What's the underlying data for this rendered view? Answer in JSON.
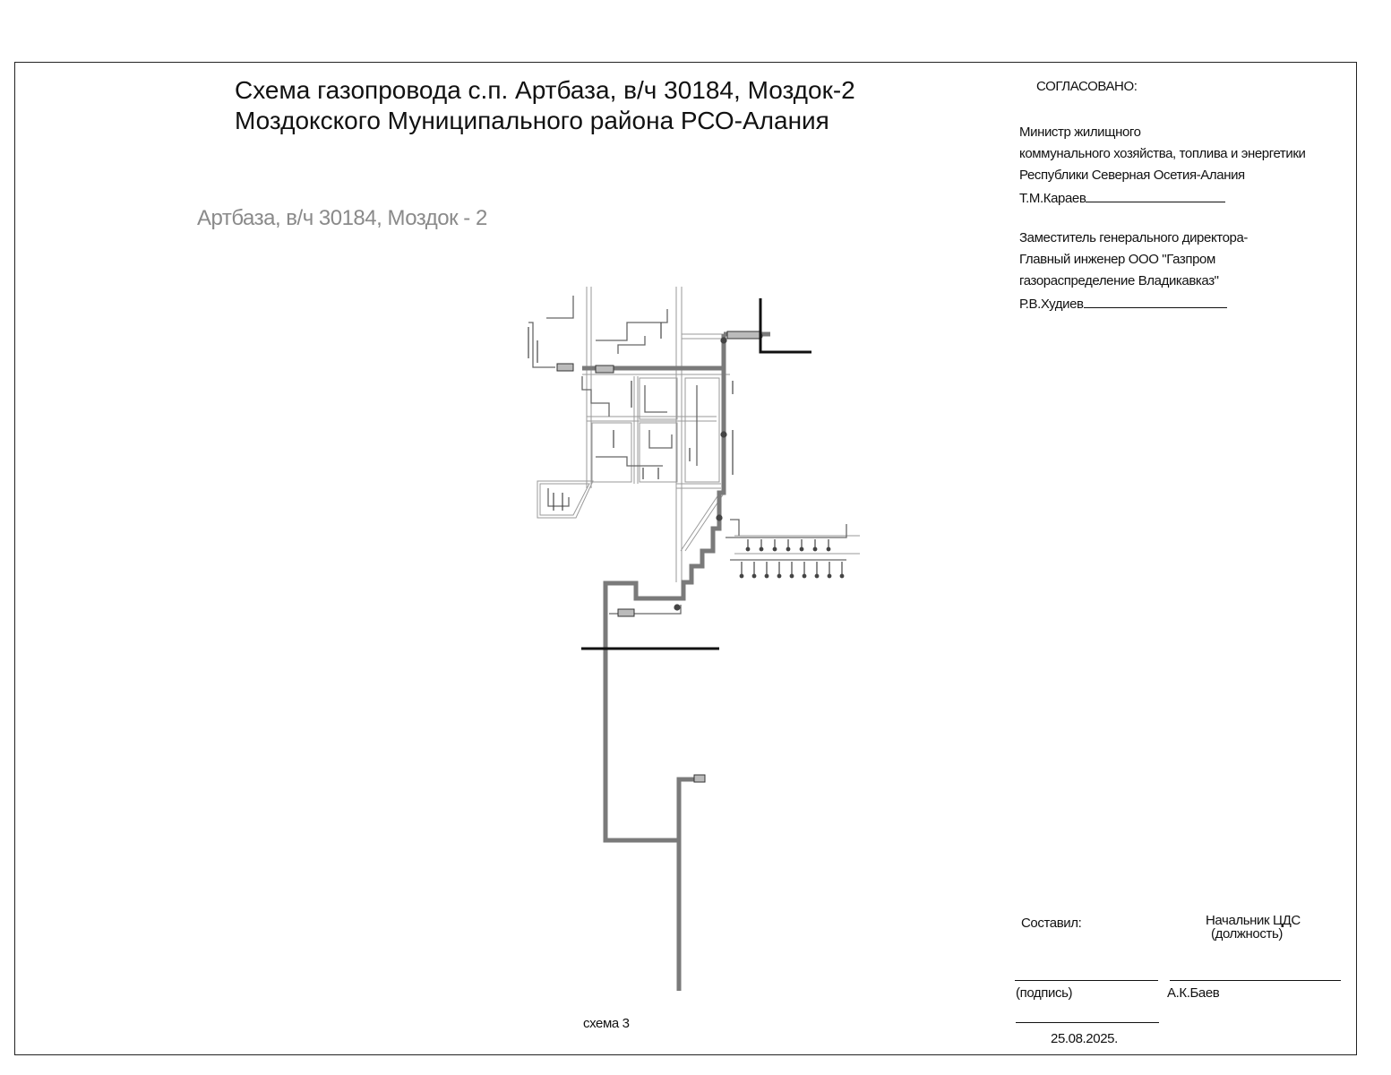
{
  "title": {
    "line1": "Схема газопровода с.п. Артбаза, в/ч 30184, Моздок-2",
    "line2": "Моздокского Муниципального района РСО-Алания"
  },
  "place_label": "Артбаза, в/ч 30184, Моздок - 2",
  "approval": {
    "heading": "СОГЛАСОВАНО:",
    "first": {
      "line1": "Министр жилищного",
      "line2": "коммунального  хозяйства, топлива и энергетики",
      "line3": "Республики Северная Осетия-Алания",
      "name": "Т.М.Караев"
    },
    "second": {
      "line1": "Заместитель генерального директора-",
      "line2": "Главный инженер  ООО \"Газпром",
      "line3": "газораспределение Владикавказ\"",
      "name": "Р.В.Худиев"
    }
  },
  "compiled": {
    "label": "Составил:",
    "position_line1": "Начальник ЦДС",
    "position_line2": "(должность)",
    "signature_label": "(подпись)",
    "name": "А.К.Баев",
    "date": "25.08.2025."
  },
  "schema_label": "схема 3",
  "colors": {
    "main_pipe": "#7a7a7a",
    "thin_lines": "#9a9a9a",
    "black_lines": "#111111"
  }
}
